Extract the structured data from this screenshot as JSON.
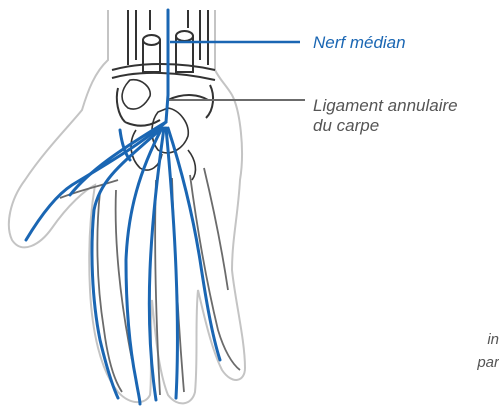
{
  "labels": {
    "nerve": "Nerf médian",
    "ligament_line1": "Ligament annulaire",
    "ligament_line2": "du carpe"
  },
  "caption": {
    "line1": "in",
    "line2": "par"
  },
  "colors": {
    "nerve": "#1a66b3",
    "hand_outline": "#c4c4c4",
    "structure": "#333333",
    "ligament_line": "#6b6b6b"
  }
}
